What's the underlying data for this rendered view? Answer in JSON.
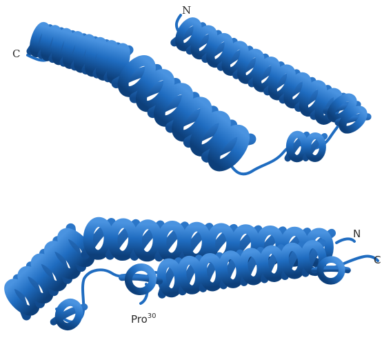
{
  "colors": {
    "ribbon_main": "#1f6cc0",
    "ribbon_dark": "#0d3f7a",
    "ribbon_light": "#4a93e0",
    "label": "#2a2a2a"
  },
  "panels": [
    {
      "id": "top",
      "labels": {
        "n_terminus": "N",
        "c_terminus": "C"
      }
    },
    {
      "id": "bottom",
      "labels": {
        "n_terminus": "N",
        "c_terminus": "C",
        "residue_name": "Pro",
        "residue_number": "30"
      }
    }
  ]
}
